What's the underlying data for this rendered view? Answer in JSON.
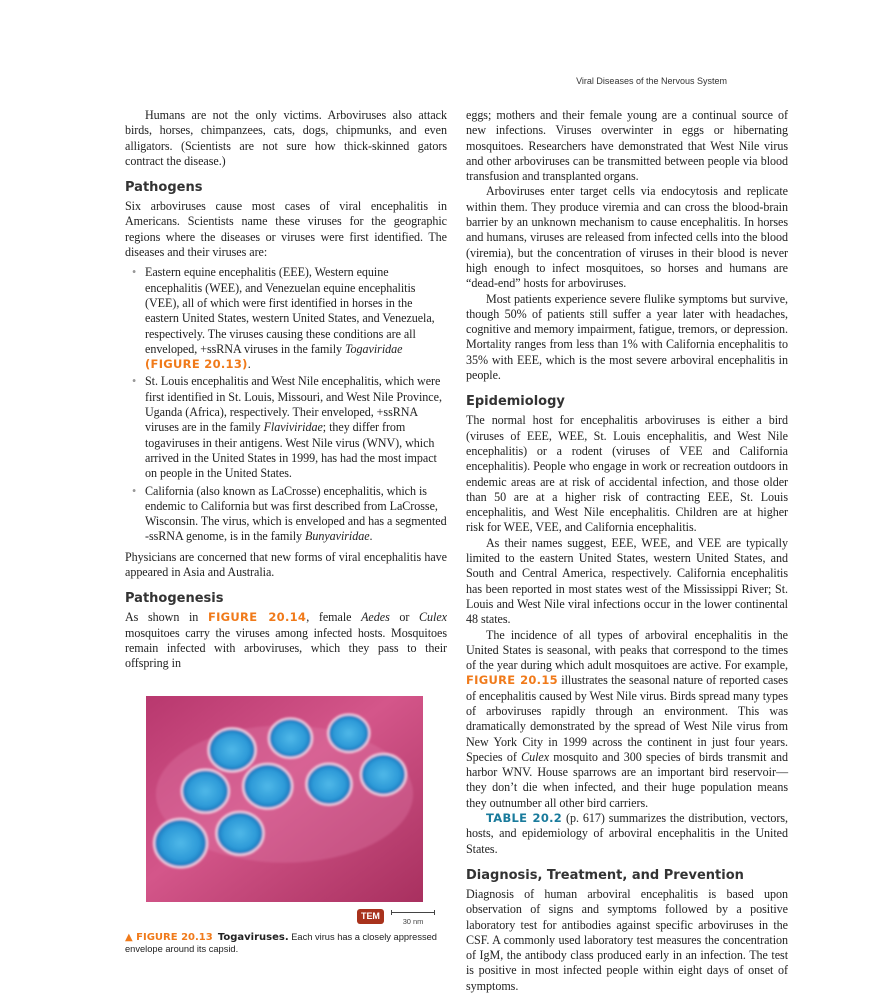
{
  "running_head": "Viral Diseases of the Nervous System",
  "colors": {
    "figure_link": "#f07a1a",
    "table_link": "#1a7b9c",
    "tem_badge": "#a8321c"
  },
  "left": [
    {
      "type": "p",
      "indent": true,
      "runs": [
        {
          "t": "Humans are not the only victims. Arboviruses also attack birds, horses, chimpanzees, cats, dogs, chipmunks, and even alligators. (Scientists are not sure how thick-skinned gators contract the disease.)"
        }
      ]
    },
    {
      "type": "h",
      "text": "Pathogens"
    },
    {
      "type": "p",
      "runs": [
        {
          "t": "Six arboviruses cause most cases of viral encephalitis in Americans. Scientists name these viruses for the geographic regions where the diseases or viruses were first identified. The diseases and their viruses are:"
        }
      ]
    },
    {
      "type": "ul",
      "items": [
        {
          "runs": [
            {
              "t": "Eastern equine encephalitis (EEE), Western equine encephalitis (WEE), and Venezuelan equine encephalitis (VEE), all of which were first identified in horses in the eastern United States, western United States, and Venezuela, respectively. The viruses causing these conditions are all enveloped, +ssRNA viruses in the family "
            },
            {
              "t": "Togaviridae",
              "s": "i"
            },
            {
              "t": " "
            },
            {
              "t": "(FIGURE 20.13)",
              "s": "lo"
            },
            {
              "t": "."
            }
          ]
        },
        {
          "runs": [
            {
              "t": "St. Louis encephalitis and West Nile encephalitis, which were first identified in St. Louis, Missouri, and West Nile Province, Uganda (Africa), respectively. Their enveloped, +ssRNA viruses are in the family "
            },
            {
              "t": "Flaviviridae",
              "s": "i"
            },
            {
              "t": "; they differ from togaviruses in their antigens. West Nile virus (WNV), which arrived in the United States in 1999, has had the most impact on people in the United States."
            }
          ]
        },
        {
          "runs": [
            {
              "t": "California (also known as LaCrosse) encephalitis, which is endemic to California but was first described from LaCrosse, Wisconsin. The virus, which is enveloped and has a segmented -ssRNA genome, is in the family "
            },
            {
              "t": "Bunyaviridae",
              "s": "i"
            },
            {
              "t": "."
            }
          ]
        }
      ]
    },
    {
      "type": "p",
      "runs": [
        {
          "t": "Physicians are concerned that new forms of viral encephalitis have appeared in Asia and Australia."
        }
      ]
    },
    {
      "type": "h",
      "text": "Pathogenesis"
    },
    {
      "type": "p",
      "runs": [
        {
          "t": "As shown in "
        },
        {
          "t": "FIGURE 20.14",
          "s": "lo"
        },
        {
          "t": ", female "
        },
        {
          "t": "Aedes",
          "s": "i"
        },
        {
          "t": " or "
        },
        {
          "t": "Culex",
          "s": "i"
        },
        {
          "t": " mosquitoes carry the viruses among infected hosts. Mosquitoes remain infected with arboviruses, which they pass to their offspring in"
        }
      ]
    }
  ],
  "right": [
    {
      "type": "p",
      "runs": [
        {
          "t": "eggs; mothers and their female young are a continual source of new infections. Viruses overwinter in eggs or hibernating mosquitoes. Researchers have demonstrated that West Nile virus and other arboviruses can be transmitted between people via blood transfusion and transplanted organs."
        }
      ]
    },
    {
      "type": "p",
      "indent": true,
      "runs": [
        {
          "t": "Arboviruses enter target cells via endocytosis and replicate within them. They produce viremia and can cross the blood-brain barrier by an unknown mechanism to cause encephalitis. In horses and humans, viruses are released from infected cells into the blood (viremia), but the concentration of viruses in their blood is never high enough to infect mosquitoes, so horses and humans are “dead-end” hosts for arboviruses."
        }
      ]
    },
    {
      "type": "p",
      "indent": true,
      "runs": [
        {
          "t": "Most patients experience severe flulike symptoms but survive, though 50% of patients still suffer a year later with headaches, cognitive and memory impairment, fatigue, tremors, or depression. Mortality ranges from less than 1% with California encephalitis to 35% with EEE, which is the most severe arboviral encephalitis in people."
        }
      ]
    },
    {
      "type": "h",
      "text": "Epidemiology"
    },
    {
      "type": "p",
      "runs": [
        {
          "t": "The normal host for encephalitis arboviruses is either a bird (viruses of EEE, WEE, St. Louis encephalitis, and West Nile encephalitis) or a rodent (viruses of VEE and California encephalitis). People who engage in work or recreation outdoors in endemic areas are at risk of accidental infection, and those older than 50 are at a higher risk of contracting EEE, St. Louis encephalitis, and West Nile encephalitis. Children are at higher risk for WEE, VEE, and California encephalitis."
        }
      ]
    },
    {
      "type": "p",
      "indent": true,
      "runs": [
        {
          "t": "As their names suggest, EEE, WEE, and VEE are typically limited to the eastern United States, western United States, and South and Central America, respectively. California encephalitis has been reported in most states west of the Mississippi River; St. Louis and West Nile viral infections occur in the lower continental 48 states."
        }
      ]
    },
    {
      "type": "p",
      "indent": true,
      "runs": [
        {
          "t": "The incidence of all types of arboviral encephalitis in the United States is seasonal, with peaks that correspond to the times of the year during which adult mosquitoes are active. For example, "
        },
        {
          "t": "FIGURE 20.15",
          "s": "lo"
        },
        {
          "t": " illustrates the seasonal nature of reported cases of encephalitis caused by West Nile virus. Birds spread many types of arboviruses rapidly through an environment. This was dramatically demonstrated by the spread of West Nile virus from New York City in 1999 across the continent in just four years. Species of "
        },
        {
          "t": "Culex",
          "s": "i"
        },
        {
          "t": " mosquito and 300 species of birds transmit and harbor WNV. House sparrows are an important bird reservoir—they don’t die when infected, and their huge population means they outnumber all other bird carriers."
        }
      ]
    },
    {
      "type": "p",
      "indent": true,
      "runs": [
        {
          "t": "TABLE 20.2",
          "s": "lb"
        },
        {
          "t": " (p. 617) summarizes the distribution, vectors, hosts, and epidemiology of arboviral encephalitis in the United States."
        }
      ]
    },
    {
      "type": "h",
      "text": "Diagnosis, Treatment, and Prevention"
    },
    {
      "type": "p",
      "runs": [
        {
          "t": "Diagnosis of human arboviral encephalitis is based upon observation of signs and symptoms followed by a positive laboratory test for antibodies against specific arboviruses in the CSF. A commonly used laboratory test measures the concentration of IgM, the antibody class produced early in an infection. The test is positive in most infected people within eight days of onset of symptoms."
        }
      ]
    }
  ],
  "figure": {
    "badge": "TEM",
    "scale_label": "30 nm",
    "label": "▲ FIGURE 20.13",
    "title": "Togaviruses.",
    "text": " Each virus has a closely appressed envelope around its capsid."
  }
}
